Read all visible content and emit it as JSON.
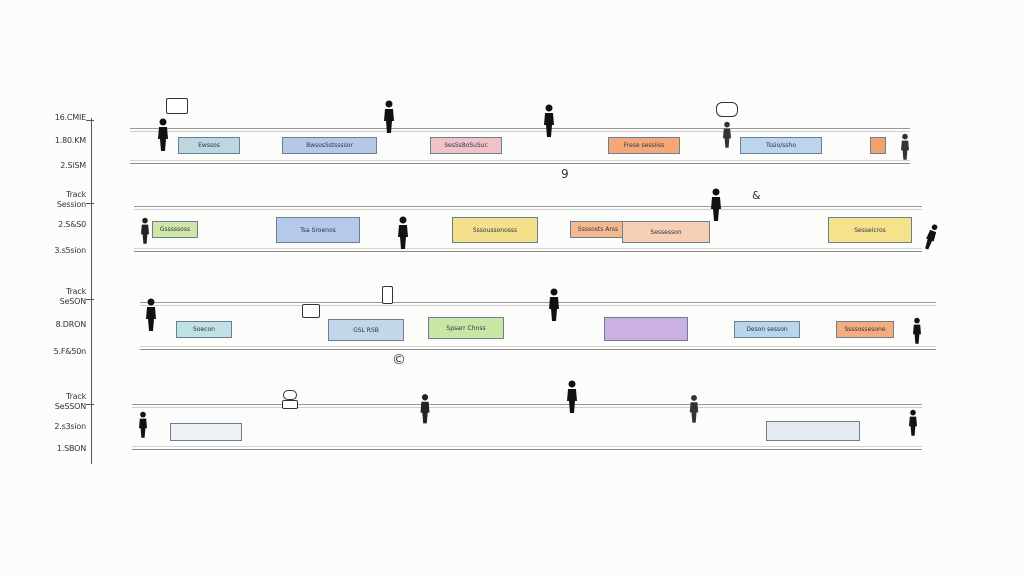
{
  "axis_labels": [
    "16.CMIE",
    "1.80.KM",
    "2.SiSM",
    "Track\nSession",
    "2.S&S0",
    "3.s5sion",
    "Track\nSeSON",
    "8.DRON",
    "5.F&50n",
    "Track\nSeSSON",
    "2.s3sion",
    "1.SBON"
  ],
  "lanes": [
    {
      "sessions": [
        {
          "label": "Ewssos",
          "color": "#bcd7e0"
        },
        {
          "label": "BwsosSstssssor",
          "color": "#b8c7e8"
        },
        {
          "label": "SesSs8oSuSuc",
          "color": "#f1c3c8"
        },
        {
          "label": "Frese sessiiss",
          "color": "#f4a777"
        },
        {
          "label": "Tssio/ssho",
          "color": "#bcd5ea"
        },
        {
          "label": "",
          "color": "#f2a06c"
        }
      ]
    },
    {
      "sessions": [
        {
          "label": "Gsssssoss",
          "color": "#cfe6a8"
        },
        {
          "label": "Tsa Sroenos",
          "color": "#b6c9ea"
        },
        {
          "label": "Sssoussonosss",
          "color": "#f4e08a"
        },
        {
          "label": "Ssssosts Arss",
          "color": "#f6b98e"
        },
        {
          "label": "Sessesson",
          "color": "#f7cfb4"
        },
        {
          "label": "Sesseicros",
          "color": "#f5e28a"
        }
      ]
    },
    {
      "sessions": [
        {
          "label": "Soecon",
          "color": "#bfe0e4"
        },
        {
          "label": "GSL  RSB",
          "color": "#c4d6ea"
        },
        {
          "label": "Spsarr Chnss",
          "color": "#c9e6a4"
        },
        {
          "label": "",
          "color": "#cbb0e6"
        },
        {
          "label": "Deson sesson",
          "color": "#b8d5ea"
        },
        {
          "label": "Ssssossesone",
          "color": "#f6ac7c"
        }
      ]
    },
    {
      "sessions": [
        {
          "label": "",
          "color": "#eef2f4"
        },
        {
          "label": "",
          "color": "#e4ecf2"
        }
      ]
    }
  ],
  "annotations": {
    "mark_1": "9",
    "mark_2": "&",
    "mark_3": "©"
  }
}
